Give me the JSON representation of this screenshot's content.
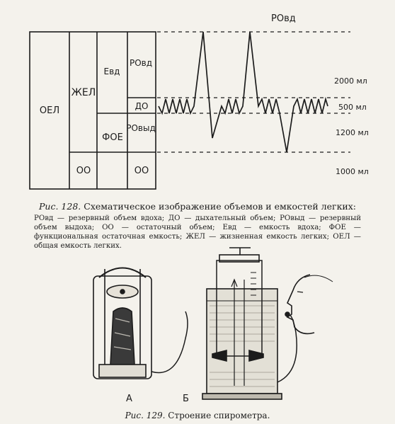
{
  "figure128": {
    "cells": {
      "oel": "ОЕЛ",
      "zhel": "ЖЕЛ",
      "evd": "Eвд",
      "rovd": "РОвд",
      "do": "ДО",
      "foe": "ФОЕ",
      "rovyd": "РОвыд",
      "oo1": "ОО",
      "oo2": "ОО"
    },
    "volumes": {
      "peak_label": "РОвд",
      "v2000": "2000 мл",
      "v500": "500 мл",
      "v1200": "1200 мл",
      "v1000": "1000 мл"
    },
    "caption_prefix": "Рис. 128.",
    "caption_title": "Схематическое изображение объемов и емкостей легких:",
    "legend": "РОвд — резервный объем вдоха; ДО — дыхательный объем; РОвыд — резервный объем выдоха; ОО — остаточный объем; Евд — емкость вдоха; ФОЕ — функциональная остаточная емкость; ЖЕЛ — жизненная емкость легких; ОЕЛ — общая емкость легких."
  },
  "figure129": {
    "label_a": "А",
    "label_b": "Б",
    "caption_prefix": "Рис. 129.",
    "caption_title": "Строение спирометра."
  }
}
